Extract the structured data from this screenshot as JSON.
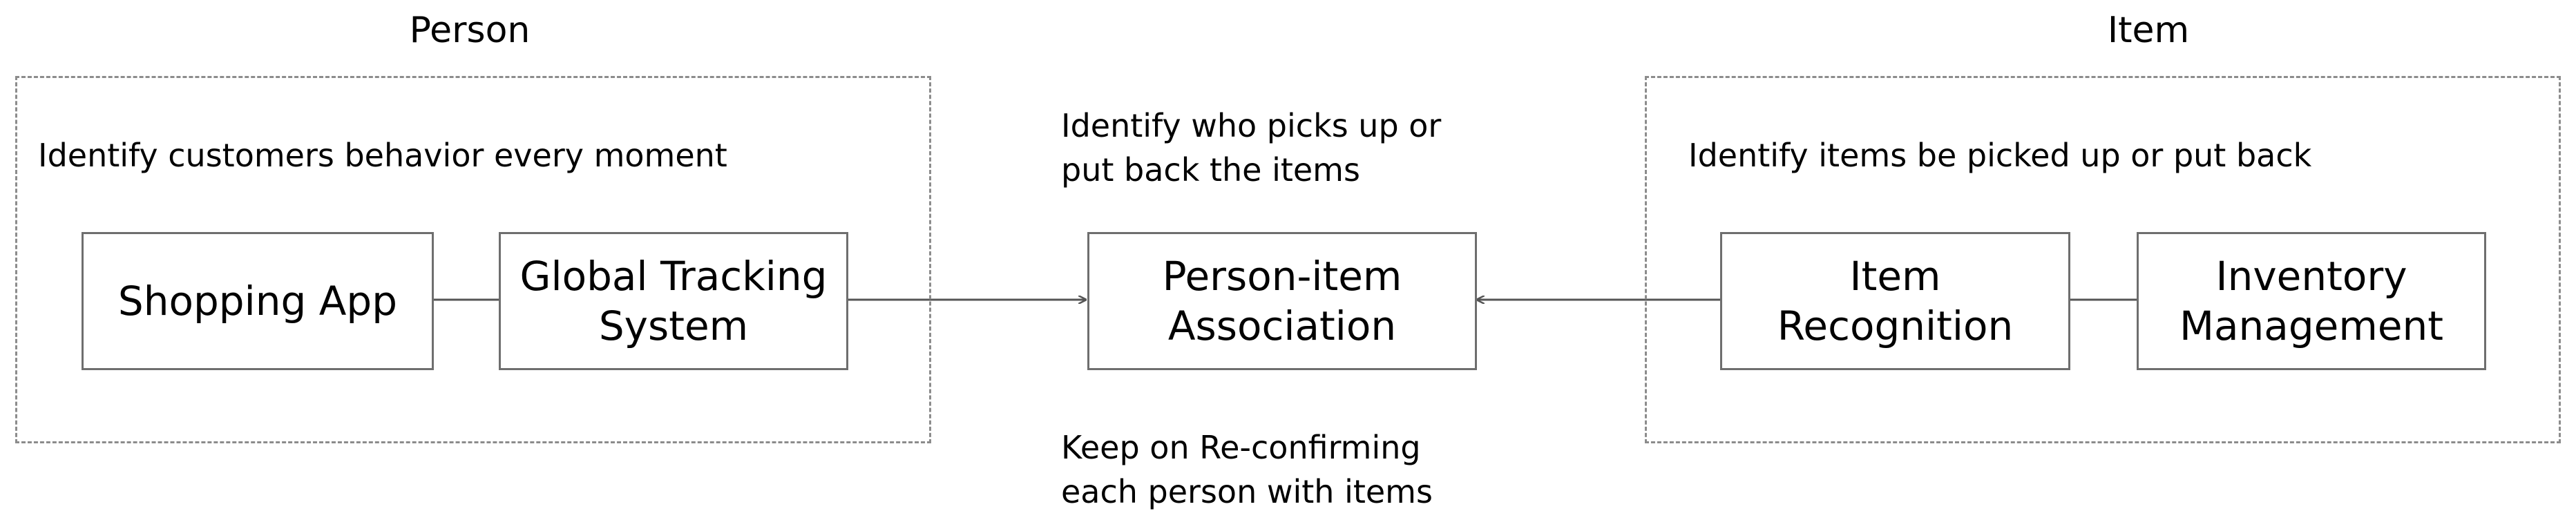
{
  "groups": {
    "person": {
      "title": "Person",
      "note": "Identify customers behavior every moment"
    },
    "item": {
      "title": "Item",
      "note": "Identify items be picked up or put back"
    }
  },
  "nodes": {
    "shopping_app": {
      "label": "Shopping App"
    },
    "global_tracking": {
      "line1": "Global Tracking",
      "line2": "System"
    },
    "association": {
      "line1": "Person-item",
      "line2": "Association"
    },
    "item_recognition": {
      "line1": "Item",
      "line2": "Recognition"
    },
    "inventory": {
      "line1": "Inventory",
      "line2": "Management"
    }
  },
  "annotations": {
    "top": {
      "line1": "Identify who picks up or",
      "line2": "put back the items"
    },
    "bottom": {
      "line1": "Keep on Re-confirming",
      "line2": "each person with items"
    }
  }
}
